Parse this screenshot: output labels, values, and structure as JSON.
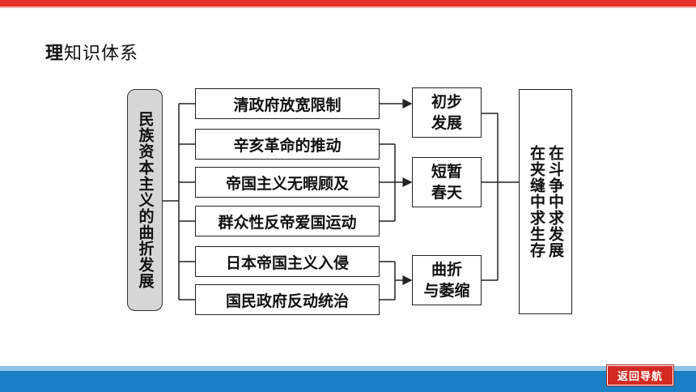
{
  "heading": {
    "first_char": "理",
    "rest": "知识体系"
  },
  "diagram": {
    "root": "民族资本主义的曲折发展",
    "causes": [
      "清政府放宽限制",
      "辛亥革命的推动",
      "帝国主义无暇顾及",
      "群众性反帝爱国运动",
      "日本帝国主义入侵",
      "国民政府反动统治"
    ],
    "stages": [
      "初步\n发展",
      "短暂\n春天",
      "曲折\n与萎缩"
    ],
    "summary": {
      "col_right": "在斗争中求发展",
      "col_left": "在夹缝中求生存"
    }
  },
  "nav": {
    "back_label": "返回导航"
  },
  "colors": {
    "top_bar": "#e4322b",
    "bottom_bar": "#1a7fc4",
    "nav_button": "#d22a22",
    "root_fill": "#d6d6d6"
  }
}
